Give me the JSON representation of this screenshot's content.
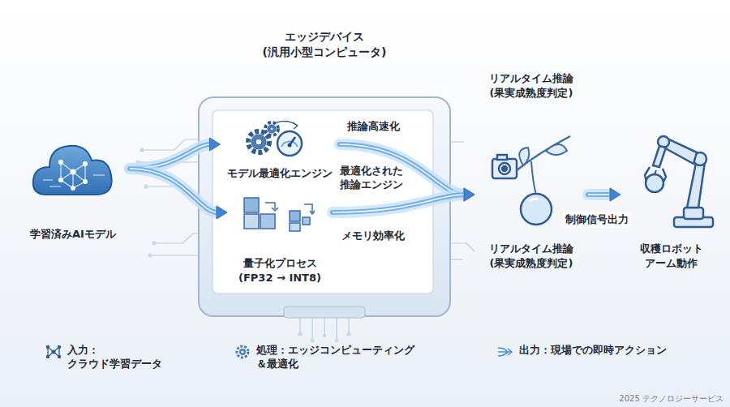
{
  "diagram": {
    "nodes": [
      {
        "text": [
          "学習済みAIモデル"
        ]
      },
      {
        "text": [
          "エッジデバイス (汎用小型コンピュータ)"
        ]
      },
      {
        "text": [
          "モデル最適化エンジン"
        ],
        "in": 1
      },
      {
        "text": [
          "量子化プロセス (FP32 → INT8)"
        ],
        "in": 1
      },
      {
        "text": [
          "リアルタイム推論 (果実成熟度判定)",
          "リアルタイム推論 (果実成熟度判定)"
        ]
      },
      {
        "text": [
          "収穫ロボット アーム動作"
        ]
      }
    ],
    "edges": [
      {
        "from": 0,
        "to": 2,
        "arrow": "to"
      },
      {
        "from": 0,
        "to": 3,
        "arrow": "to"
      },
      {
        "from": 2,
        "to": 4,
        "arrow": "to",
        "label": "推論高速化"
      },
      {
        "from": 3,
        "to": 4,
        "arrow": "to",
        "label": "メモリ効率化"
      },
      {
        "from": 4,
        "to": 5,
        "arrow": "to",
        "label": "制御信号出力"
      }
    ],
    "labels": [
      "最適化された 推論エンジン",
      "2025 テクノロジーサービス"
    ],
    "legend": [
      {
        "text": "入力：クラウド学習データ"
      },
      {
        "text": "処理：エッジコンピューティング ＆最適化"
      },
      {
        "text": "出力：現場での即時アクション"
      }
    ]
  }
}
